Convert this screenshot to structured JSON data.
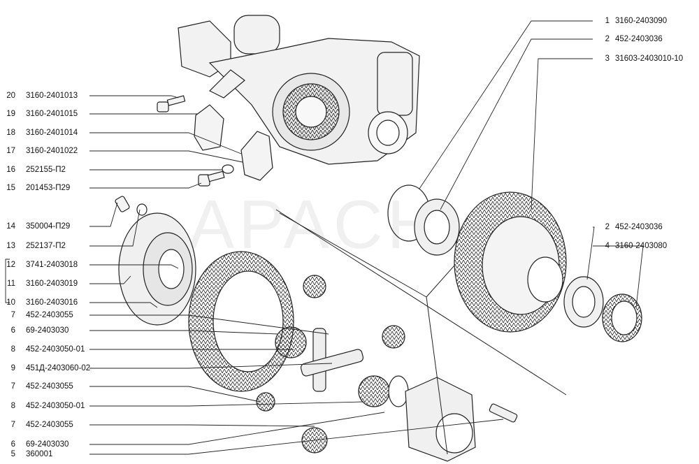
{
  "watermark": "APACH",
  "left_labels": [
    {
      "num": "20",
      "part": "3160-2401013"
    },
    {
      "num": "19",
      "part": "3160-2401015"
    },
    {
      "num": "18",
      "part": "3160-2401014"
    },
    {
      "num": "17",
      "part": "3160-2401022"
    },
    {
      "num": "16",
      "part": "252155-П2"
    },
    {
      "num": "15",
      "part": "201453-П29"
    },
    {
      "num": "14",
      "part": "350004-П29"
    },
    {
      "num": "13",
      "part": "252137-П2"
    },
    {
      "num": "12",
      "part": "3741-2403018"
    },
    {
      "num": "11",
      "part": "3160-2403019"
    },
    {
      "num": "10",
      "part": "3160-2403016"
    },
    {
      "num": "7",
      "part": "452-2403055"
    },
    {
      "num": "6",
      "part": "69-2403030"
    },
    {
      "num": "8",
      "part": "452-2403050-01"
    },
    {
      "num": "9",
      "part": "451Д-2403060-02"
    },
    {
      "num": "7",
      "part": "452-2403055"
    },
    {
      "num": "8",
      "part": "452-2403050-01"
    },
    {
      "num": "7",
      "part": "452-2403055"
    },
    {
      "num": "6",
      "part": "69-2403030"
    },
    {
      "num": "5",
      "part": "360001"
    }
  ],
  "right_labels": [
    {
      "num": "1",
      "part": "3160-2403090"
    },
    {
      "num": "2",
      "part": "452-2403036"
    },
    {
      "num": "3",
      "part": "31603-2403010-10"
    },
    {
      "num": "2",
      "part": "452-2403036"
    },
    {
      "num": "4",
      "part": "3160-2403080"
    }
  ]
}
